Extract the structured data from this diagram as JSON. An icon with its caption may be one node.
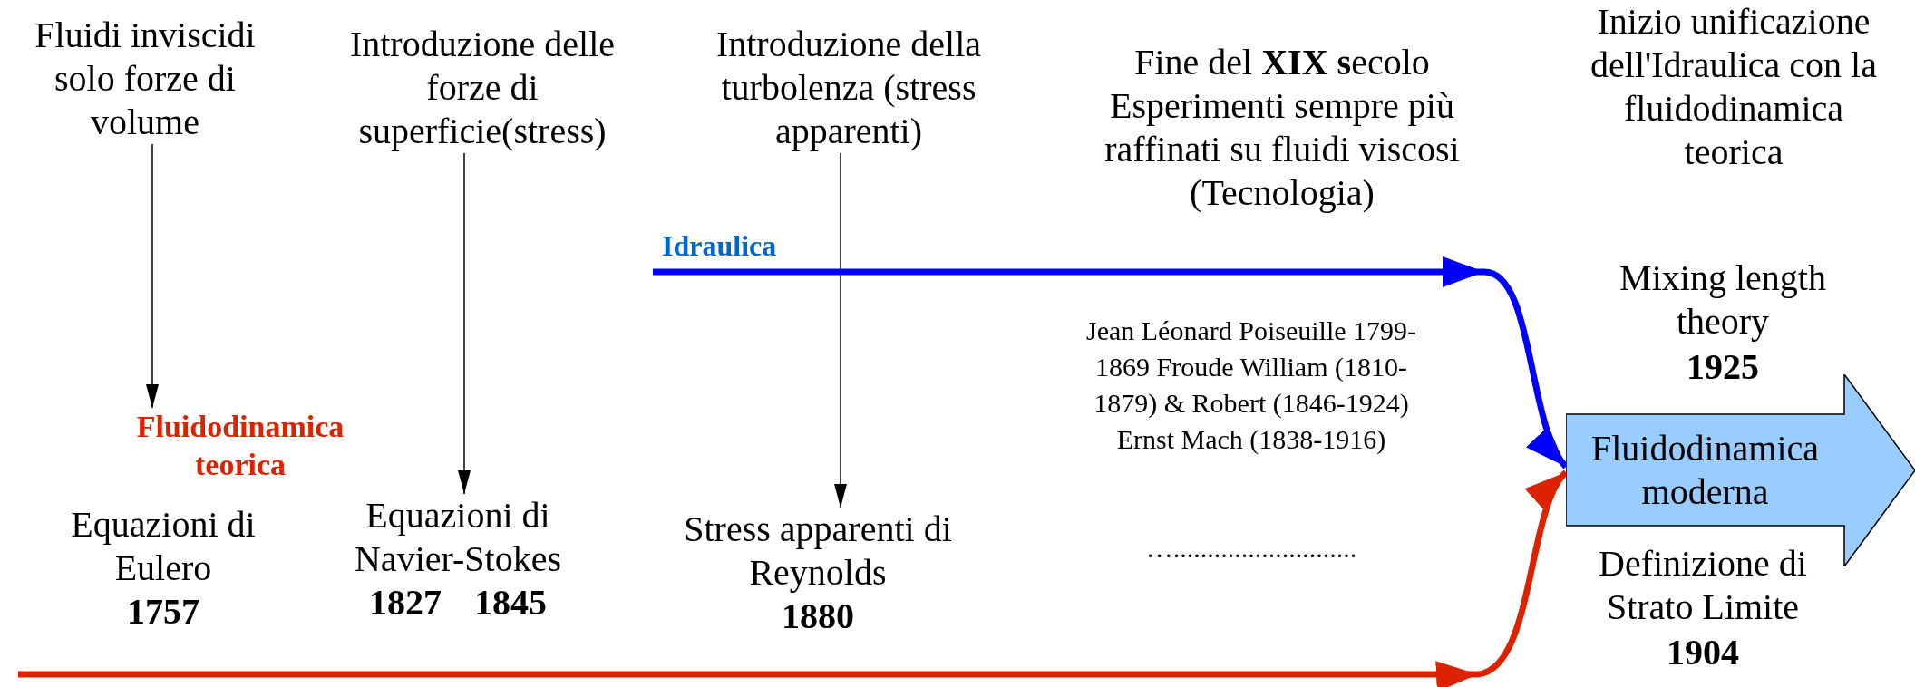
{
  "diagram": {
    "nodes": [
      {
        "text": [
          "Fluidi inviscidi solo forze di volume"
        ]
      },
      {
        "text": [
          "Fluidodinamica teorica"
        ]
      },
      {
        "text": [
          "Equazioni di Eulero",
          "1757"
        ]
      },
      {
        "text": [
          "Introduzione delle forze di superficie(stress)"
        ]
      },
      {
        "text": [
          "Equazioni di Navier-Stokes",
          "1827",
          "1845"
        ]
      },
      {
        "text": [
          "Introduzione della turbolenza (stress apparenti)"
        ]
      },
      {
        "text": [
          "Stress apparenti di Reynolds",
          "1880"
        ]
      },
      {
        "text": [
          "Fluidodinamica moderna"
        ],
        "beside": [
          "Mixing length theory",
          "1925",
          "Definizione di Strato Limite",
          "1904"
        ]
      }
    ],
    "edges": [
      {
        "from": 0,
        "to": 1,
        "arrow": "to"
      },
      {
        "from": 3,
        "to": 4,
        "arrow": "to"
      },
      {
        "from": 5,
        "to": 6,
        "arrow": "to"
      },
      {
        "from": null,
        "to": 7,
        "arrow": "to",
        "label": "Idraulica",
        "style": "thick",
        "color": "#0000ff"
      },
      {
        "from": null,
        "to": 7,
        "arrow": "to",
        "style": "thick",
        "color": "#dd2200"
      }
    ],
    "labels": [
      "Fine del **XIX** **s**ecolo Esperimenti sempre più raffinati su fluidi viscosi (Tecnologia)",
      "Jean Léonard Poiseuille 1799-1869 Froude William (1810-1879) & Robert (1846-1924) Ernst  Mach  (1838-1916)",
      "…...........................",
      "Inizio unificazione dell'Idraulica con la fluidodinamica teorica"
    ]
  }
}
